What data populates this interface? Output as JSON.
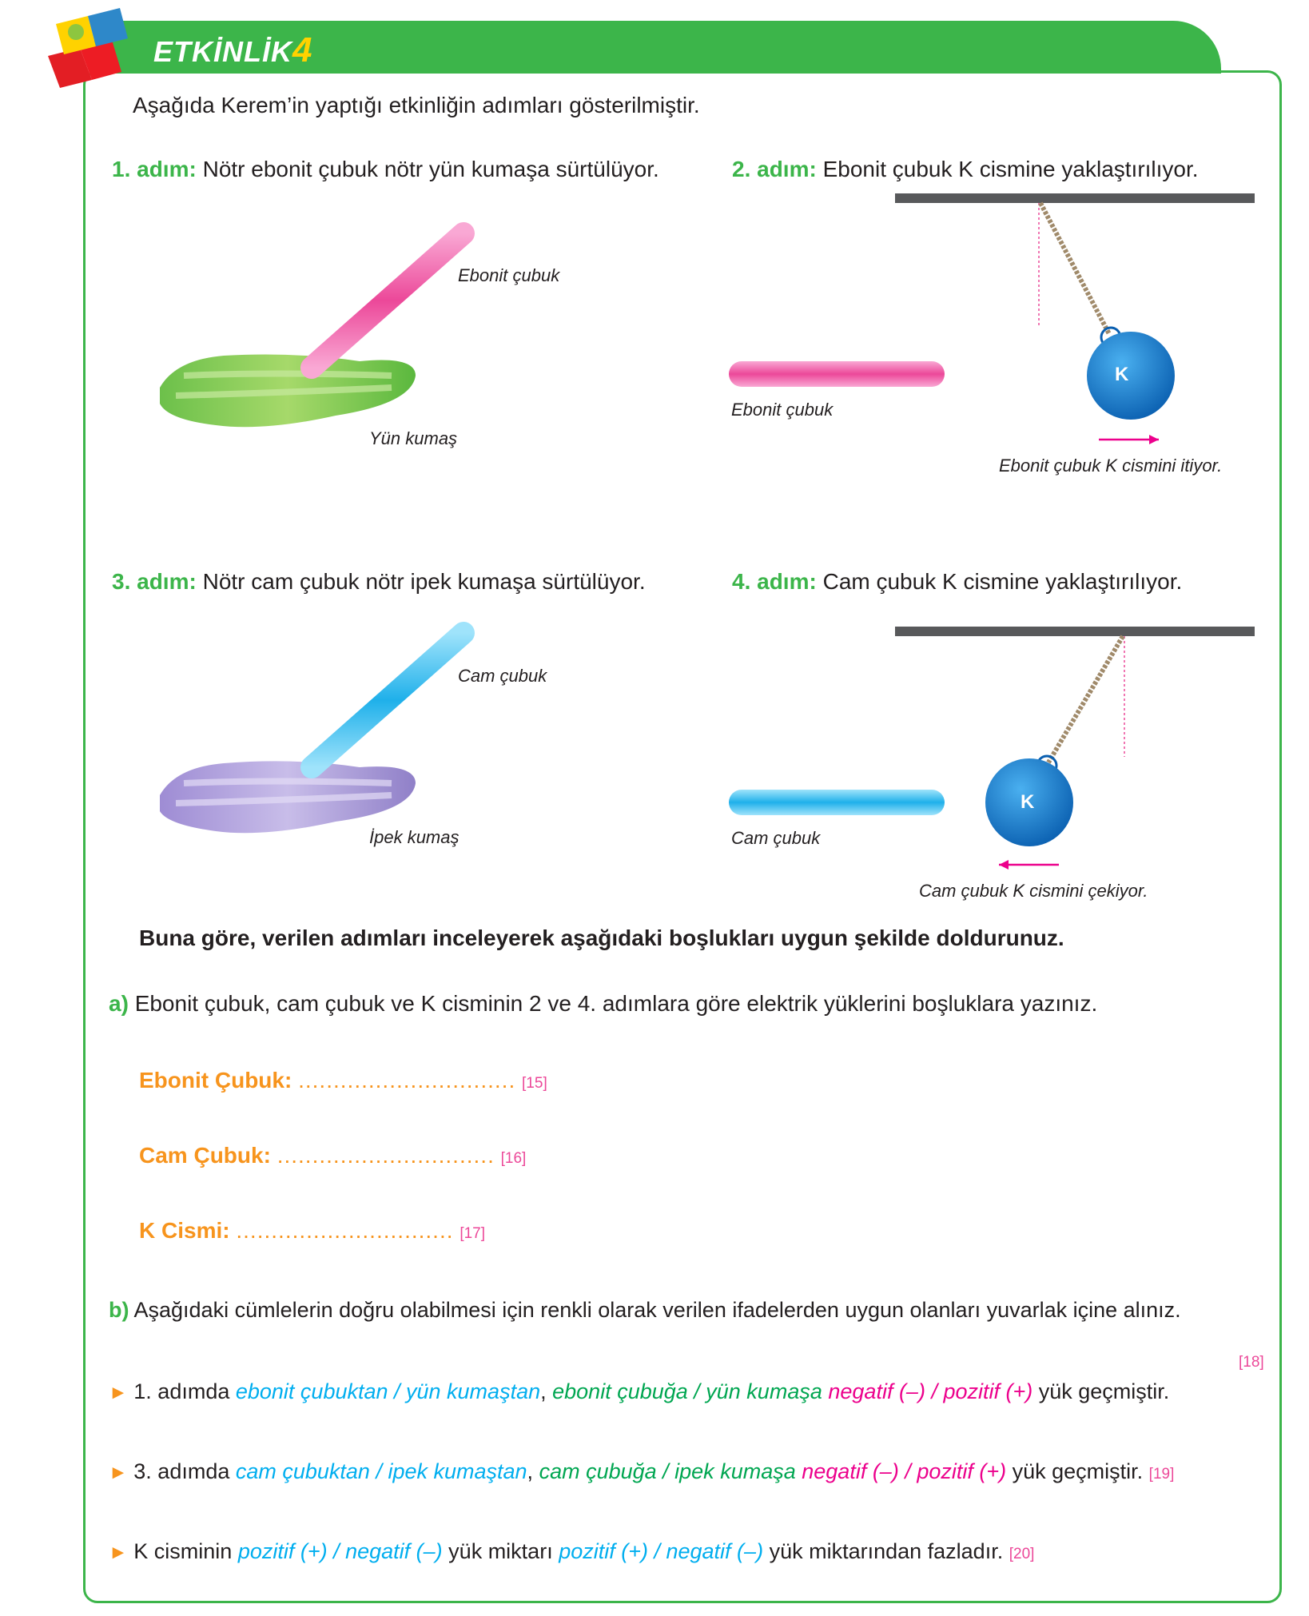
{
  "header": {
    "title_word": "ETKİNLİK",
    "title_num": "4"
  },
  "intro": "Aşağıda Kerem’in yaptığı etkinliğin adımları gösterilmiştir.",
  "steps": [
    {
      "num": "1. adım:",
      "text": " Nötr ebonit çubuk nötr yün kumaşa sürtülüyor."
    },
    {
      "num": "2. adım:",
      "text": " Ebonit çubuk K cismine yaklaştırılıyor."
    },
    {
      "num": "3. adım:",
      "text": " Nötr cam çubuk nötr ipek kumaşa sürtülüyor."
    },
    {
      "num": "4. adım:",
      "text": " Cam çubuk K cismine yaklaştırılıyor."
    }
  ],
  "figures": {
    "f1_rod": "Ebonit çubuk",
    "f1_cloth": "Yün kumaş",
    "f2_rod": "Ebonit çubuk",
    "f2_ball": "K",
    "f2_caption": "Ebonit çubuk K cismini itiyor.",
    "f3_rod": "Cam çubuk",
    "f3_cloth": "İpek kumaş",
    "f4_rod": "Cam çubuk",
    "f4_ball": "K",
    "f4_caption": "Cam çubuk K cismini çekiyor."
  },
  "instruction": "Buna göre, verilen adımları inceleyerek aşağıdaki boşlukları uygun şekilde doldurunuz.",
  "qa": {
    "letter": "a)",
    "text": "Ebonit çubuk, cam çubuk ve K cisminin 2 ve 4. adımlara göre elektrik yüklerini boşluklara yazınız.",
    "blanks": [
      {
        "label": "Ebonit Çubuk:",
        "dots": "...............................",
        "ref": "[15]"
      },
      {
        "label": "Cam Çubuk:",
        "dots": "...............................",
        "ref": "[16]"
      },
      {
        "label": "K Cismi:",
        "dots": "...............................",
        "ref": "[17]"
      }
    ]
  },
  "qb": {
    "letter": "b)",
    "text": "Aşağıdaki cümlelerin doğru olabilmesi için renkli olarak verilen ifadelerden uygun olanları yuvarlak içine alınız.",
    "bullet": "►",
    "s1": {
      "pre": "1. adımda ",
      "opt1": "ebonit çubuktan / yün kumaştan",
      "sep": ", ",
      "opt2": "ebonit çubuğa / yün kumaşa",
      "sp": " ",
      "opt3": "negatif (–) / pozitif (+)",
      "post": " yük geçmiştir.",
      "ref": "[18]"
    },
    "s2": {
      "pre": "3. adımda ",
      "opt1": "cam çubuktan / ipek kumaştan",
      "sep": ", ",
      "opt2": "cam çubuğa / ipek kumaşa",
      "sp": " ",
      "opt3": "negatif (–) / pozitif (+)",
      "post": " yük geçmiştir.",
      "ref": "[19]"
    },
    "s3": {
      "pre": "K cisminin ",
      "opt1": "pozitif (+) / negatif (–)",
      "mid": " yük miktarı ",
      "opt2": "pozitif (+) / negatif (–)",
      "post": " yük miktarından fazladır.",
      "ref": "[20]"
    }
  }
}
